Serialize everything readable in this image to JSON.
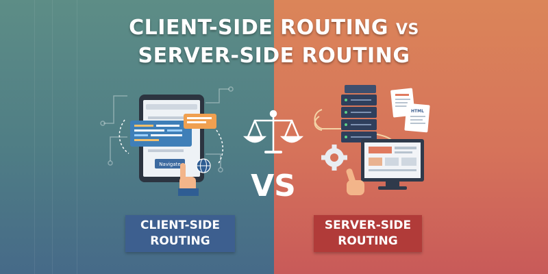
{
  "title": {
    "line1": "CLIENT-SIDE ROUTING",
    "line1_vs": "VS",
    "line2": "SERVER-SIDE ROUTING"
  },
  "center": {
    "vs": "VS"
  },
  "client_label": {
    "line1": "CLIENT-SIDE",
    "line2": "ROUTING"
  },
  "server_label": {
    "line1": "SERVER-SIDE",
    "line2": "ROUTING"
  },
  "tablet": {
    "button_label": "Navigate"
  },
  "document": {
    "tag": "HTML"
  },
  "colors": {
    "left_bg": "#5d8d86",
    "right_bg": "#d6735a",
    "client_label_bg": "#3d5f8f",
    "server_label_bg": "#b13b39"
  }
}
